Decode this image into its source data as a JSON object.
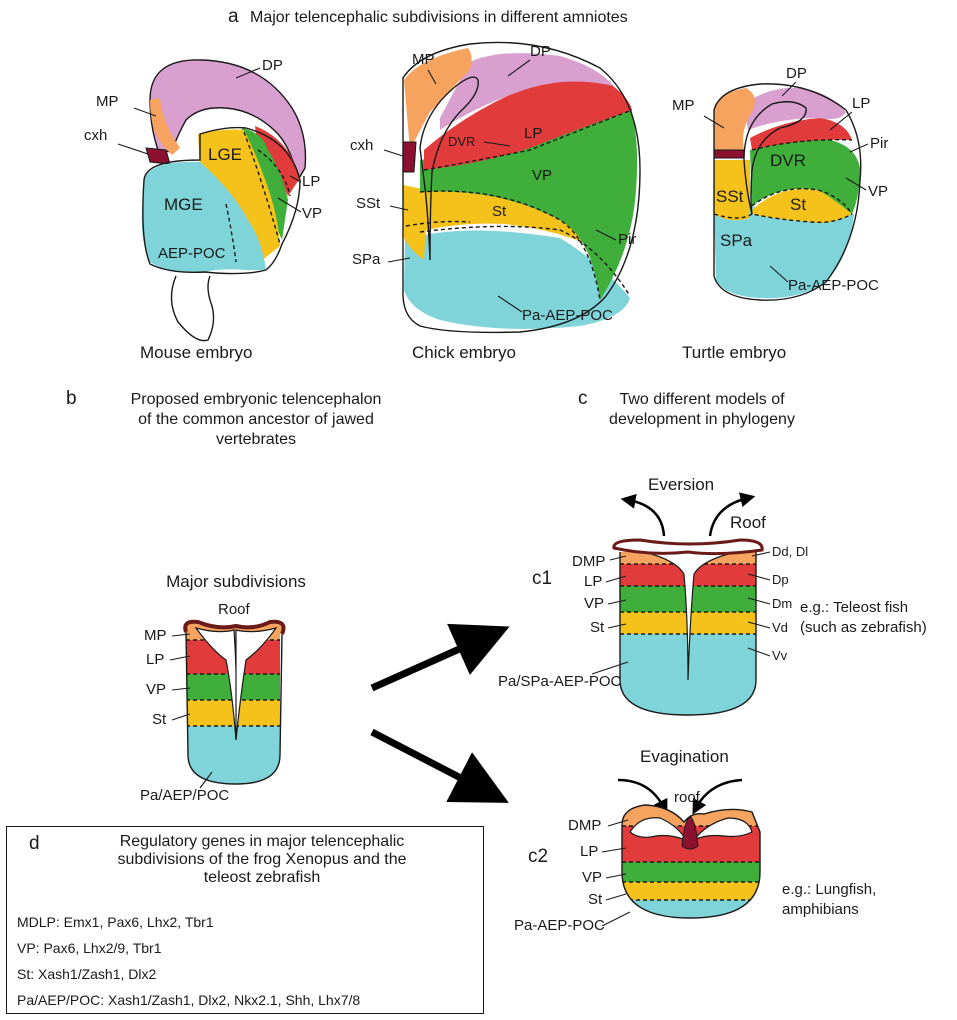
{
  "panel_a": {
    "letter": "a",
    "title": "Major telencephalic subdivisions in different amniotes",
    "mouse": {
      "caption": "Mouse embryo",
      "labels": [
        "DP",
        "MP",
        "cxh",
        "LGE",
        "MGE",
        "AEP-POC",
        "LP",
        "VP"
      ]
    },
    "chick": {
      "caption": "Chick embryo",
      "labels": [
        "MP",
        "DP",
        "cxh",
        "DVR",
        "LP",
        "VP",
        "SSt",
        "St",
        "Pir",
        "SPa",
        "Pa-AEP-POC"
      ]
    },
    "turtle": {
      "caption": "Turtle embryo",
      "labels": [
        "DP",
        "MP",
        "LP",
        "Pir",
        "DVR",
        "VP",
        "SSt",
        "St",
        "SPa",
        "Pa-AEP-POC"
      ]
    }
  },
  "panel_b": {
    "letter": "b",
    "title_lines": [
      "Proposed embryonic telencephalon",
      "of the common ancestor of jawed",
      "vertebrates"
    ],
    "subtitle": "Major subdivisions",
    "labels": [
      "Roof",
      "MP",
      "LP",
      "VP",
      "St",
      "Pa/AEP/POC"
    ]
  },
  "panel_c": {
    "letter": "c",
    "title_lines": [
      "Two different models of",
      "development in phylogeny"
    ],
    "c1": {
      "tag": "c1",
      "process": "Eversion",
      "labels_left": [
        "DMP",
        "LP",
        "VP",
        "St"
      ],
      "labels_right": [
        "Dd, Dl",
        "Dp",
        "Dm",
        "Vd",
        "Vv"
      ],
      "roof": "Roof",
      "bottom": "Pa/SPa-AEP-POC",
      "example_lines": [
        "e.g.: Teleost fish",
        "(such as zebrafish)"
      ]
    },
    "c2": {
      "tag": "c2",
      "process": "Evagination",
      "roof": "roof",
      "labels_left": [
        "DMP",
        "LP",
        "VP",
        "St"
      ],
      "bottom": "Pa-AEP-POC",
      "example_lines": [
        "e.g.: Lungfish,",
        "amphibians"
      ]
    }
  },
  "panel_d": {
    "letter": "d",
    "title_lines": [
      "Regulatory genes in major telencephalic",
      "subdivisions of the frog Xenopus and the",
      "teleost zebrafish"
    ],
    "rows": [
      "MDLP: Emx1, Pax6, Lhx2, Tbr1",
      "VP: Pax6, Lhx2/9, Tbr1",
      "St: Xash1/Zash1, Dlx2",
      "Pa/AEP/POC: Xash1/Zash1, Dlx2, Nkx2.1, Shh, Lhx7/8"
    ]
  },
  "colors": {
    "pallium_medial": "#f5a35f",
    "pallium_dorsal": "#d9a0cf",
    "pallium_lateral": "#e23b3b",
    "pallium_ventral": "#3fae3a",
    "striatum": "#f5c21b",
    "pallidum": "#7fd4d9",
    "cortical_hem": "#8c1030",
    "roof": "#6b1a1a"
  }
}
